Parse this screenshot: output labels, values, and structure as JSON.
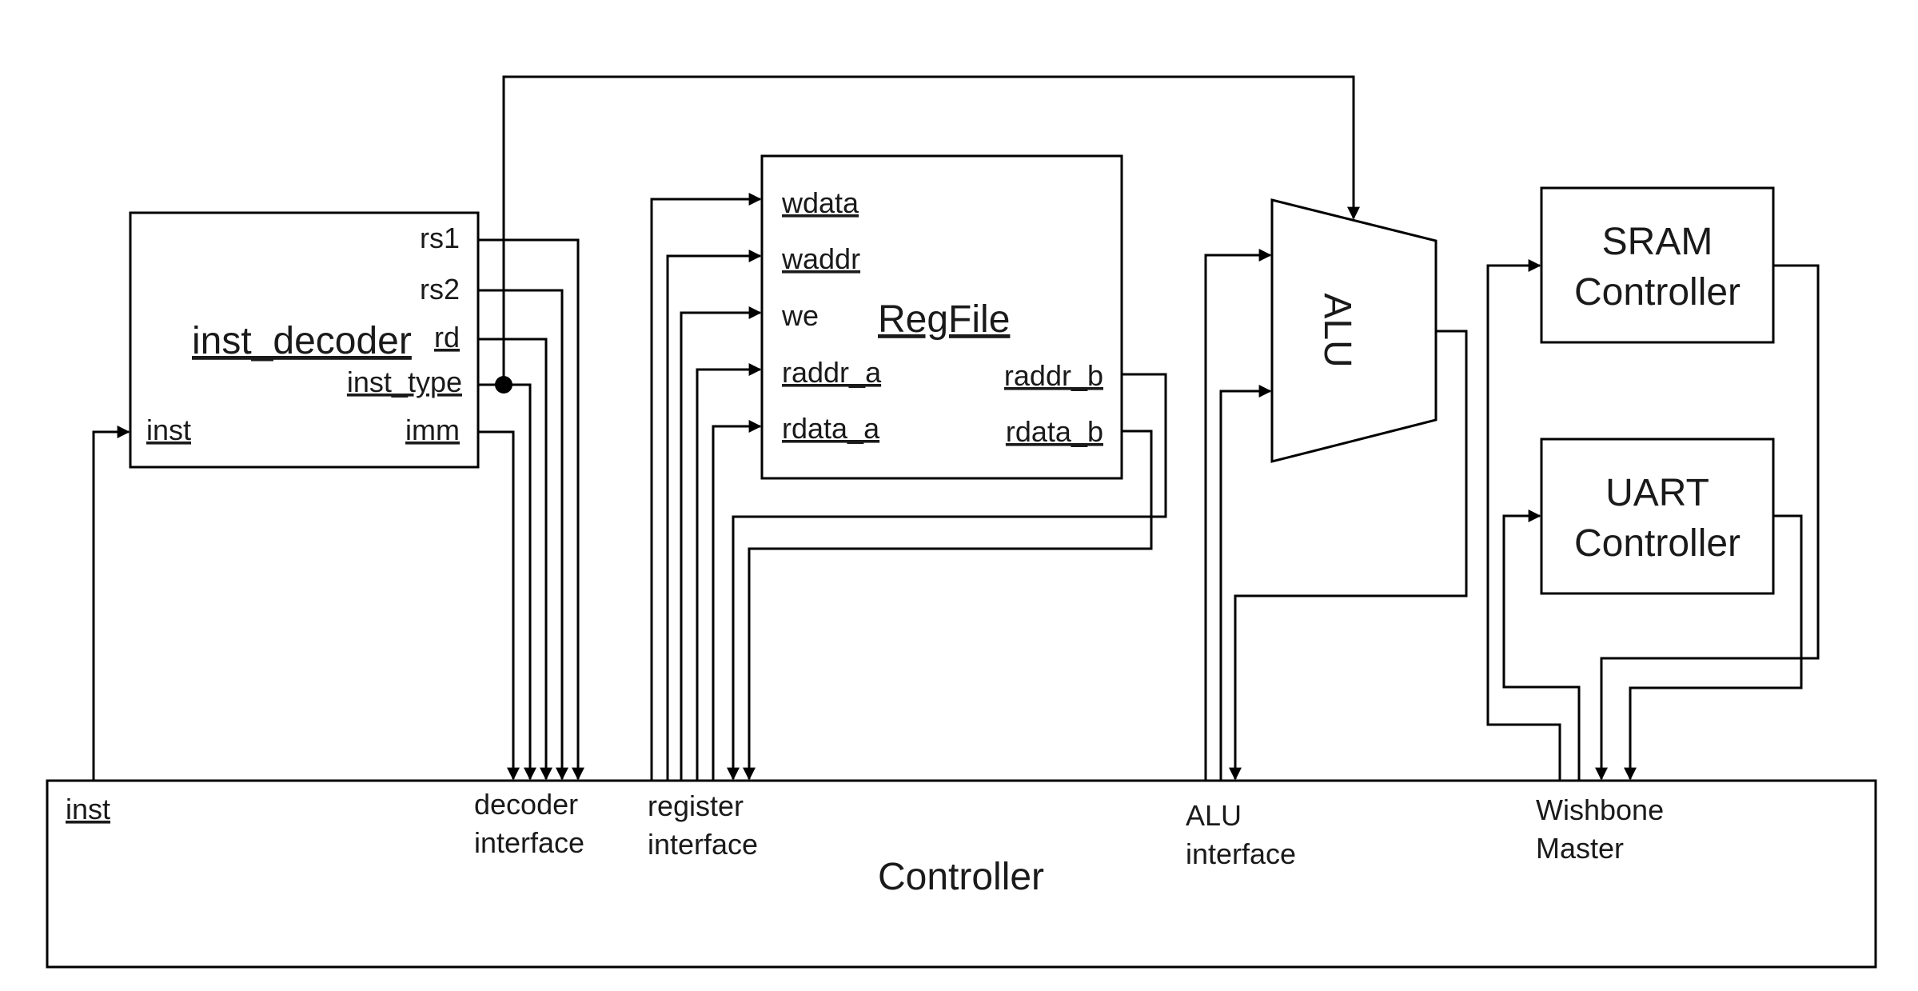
{
  "inst_decoder": {
    "title": "inst_decoder",
    "ports": {
      "rs1": "rs1",
      "rs2": "rs2",
      "rd": "rd",
      "inst_type": "inst_type",
      "imm": "imm",
      "inst": "inst"
    }
  },
  "regfile": {
    "title": "RegFile",
    "ports": {
      "wdata": "wdata",
      "waddr": "waddr",
      "we": "we",
      "raddr_a": "raddr_a",
      "rdata_a": "rdata_a",
      "raddr_b": "raddr_b",
      "rdata_b": "rdata_b"
    }
  },
  "alu": {
    "title": "ALU"
  },
  "sram": {
    "line1": "SRAM",
    "line2": "Controller"
  },
  "uart": {
    "line1": "UART",
    "line2": "Controller"
  },
  "controller": {
    "title": "Controller",
    "inst": "inst",
    "decoder_interface": {
      "line1": "decoder",
      "line2": "interface"
    },
    "register_interface": {
      "line1": "register",
      "line2": "interface"
    },
    "alu_interface": {
      "line1": "ALU",
      "line2": "interface"
    },
    "wishbone_master": {
      "line1": "Wishbone",
      "line2": "Master"
    }
  }
}
